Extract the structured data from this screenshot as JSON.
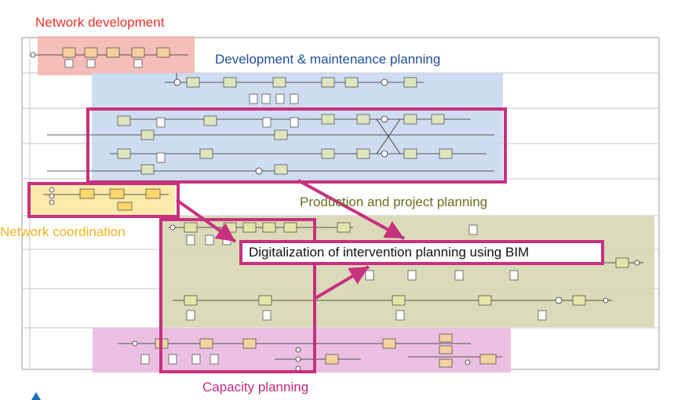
{
  "regions": {
    "network_development": "Network development",
    "development_maintenance": "Development & maintenance planning",
    "production_project": "Production and project planning",
    "network_coordination": "Network coordination",
    "capacity_planning": "Capacity planning"
  },
  "callout": "Digitalization of intervention planning using BIM",
  "colors": {
    "network_development": "#f4b7b0",
    "development_maintenance": "#c9d9ef",
    "production_project": "#d6d7b3",
    "network_coordination": "#fde9a6",
    "capacity_planning": "#e9b9de",
    "highlight": "#c8317f",
    "flow": "#2b2b2b"
  }
}
